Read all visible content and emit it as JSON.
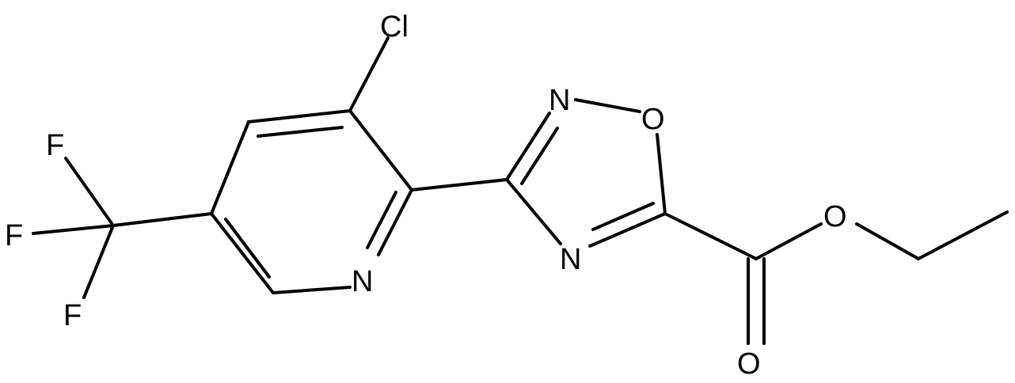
{
  "molecule": {
    "atoms": {
      "cl": "Cl",
      "f1": "F",
      "f2": "F",
      "f3": "F",
      "n_pyridine": "N",
      "n_oxadiazole_top": "N",
      "o_oxadiazole": "O",
      "n_oxadiazole_bottom": "N",
      "o_ester": "O",
      "o_carbonyl": "O"
    }
  }
}
